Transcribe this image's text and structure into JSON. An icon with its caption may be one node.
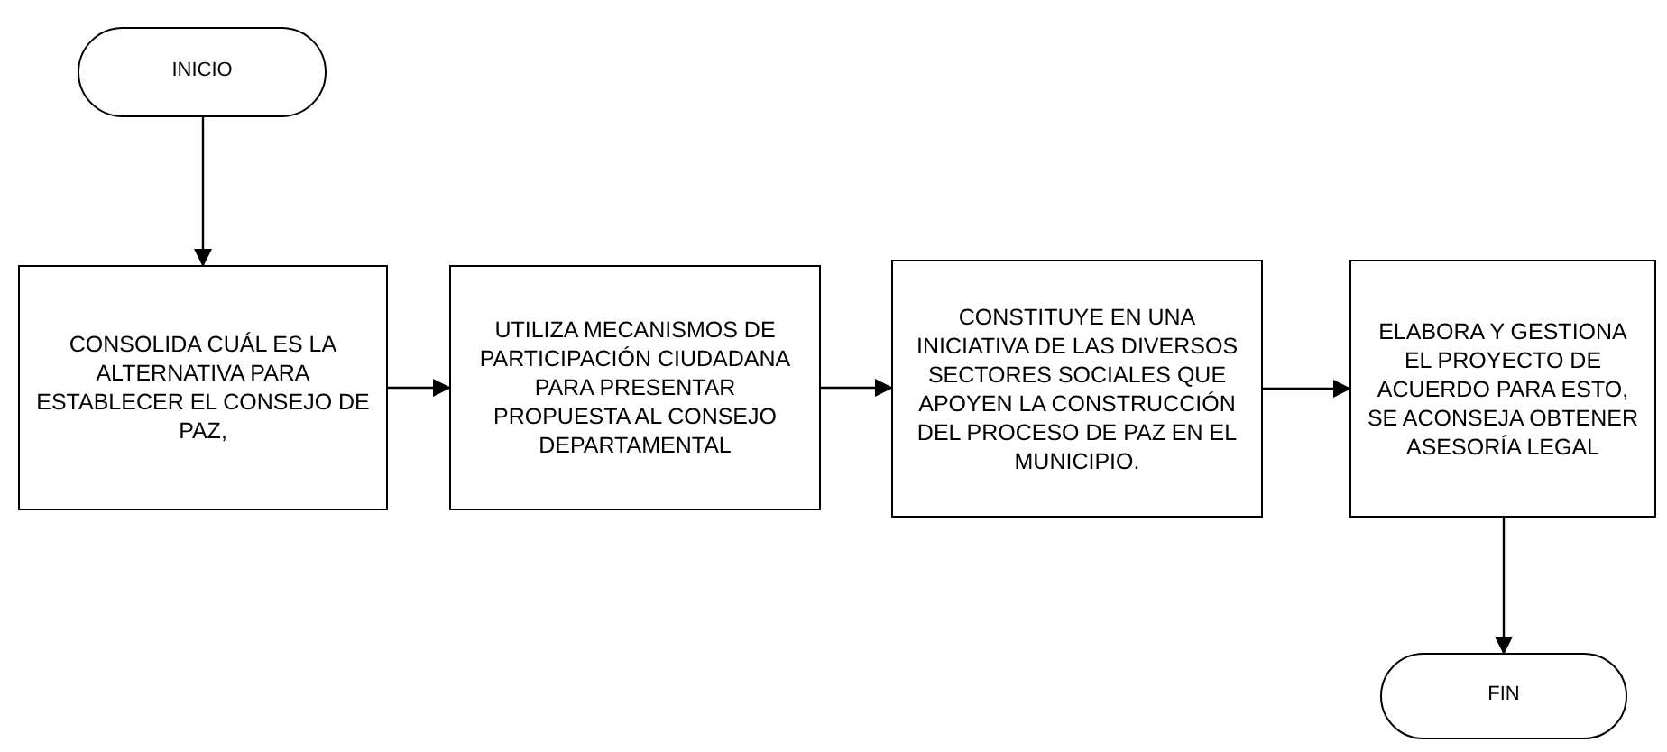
{
  "diagram": {
    "nodes": [
      {
        "text": [
          "INICIO"
        ]
      },
      {
        "text": [
          "CONSOLIDA CUÁL ES LA ALTERNATIVA PARA ESTABLECER EL CONSEJO DE PAZ,"
        ]
      },
      {
        "text": [
          "UTILIZA MECANISMOS DE PARTICIPACIÓN CIUDADANA PARA PRESENTAR PROPUESTA AL CONSEJO DEPARTAMENTAL"
        ]
      },
      {
        "text": [
          "CONSTITUYE EN UNA INICIATIVA DE LAS DIVERSOS SECTORES SOCIALES QUE APOYEN LA CONSTRUCCIÓN DEL PROCESO DE PAZ EN EL MUNICIPIO."
        ]
      },
      {
        "text": [
          "ELABORA Y GESTIONA EL PROYECTO DE ACUERDO PARA ESTO, SE ACONSEJA OBTENER ASESORÍA LEGAL"
        ]
      },
      {
        "text": [
          "FIN"
        ]
      }
    ],
    "edges": [
      {
        "from": 0,
        "to": 1,
        "arrow": "to"
      },
      {
        "from": 1,
        "to": 2,
        "arrow": "to"
      },
      {
        "from": 2,
        "to": 3,
        "arrow": "to"
      },
      {
        "from": 3,
        "to": 4,
        "arrow": "to"
      },
      {
        "from": 4,
        "to": 5,
        "arrow": "to"
      }
    ]
  }
}
